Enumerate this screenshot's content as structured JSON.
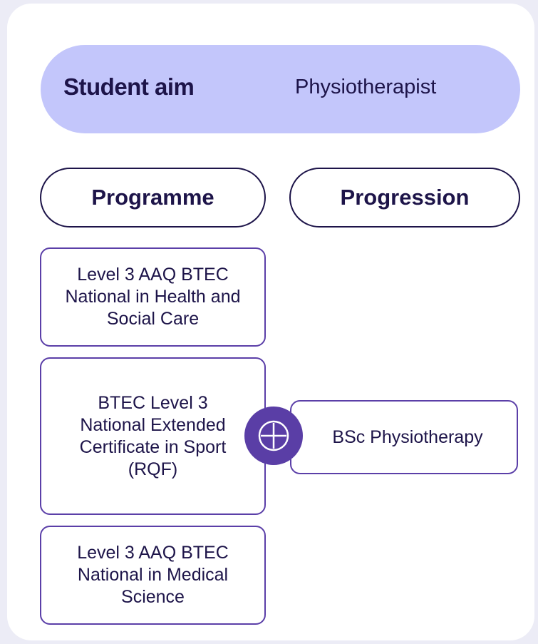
{
  "student_aim": {
    "label": "Student aim",
    "value": "Physiotherapist"
  },
  "columns": {
    "programme": "Programme",
    "progression": "Progression"
  },
  "programmes": [
    "Level 3 AAQ BTEC National in Health and Social Care",
    "BTEC Level 3 National Extended Certificate in Sport (RQF)",
    "Level 3 AAQ BTEC National in Medical Science"
  ],
  "progressions": [
    "BSc Physiotherapy"
  ],
  "connector_icon": "plus-circle-icon",
  "colors": {
    "background": "#ececf6",
    "card": "#ffffff",
    "aim_banner": "#c3c6fb",
    "text": "#1d1449",
    "accent": "#5a3ea6"
  }
}
